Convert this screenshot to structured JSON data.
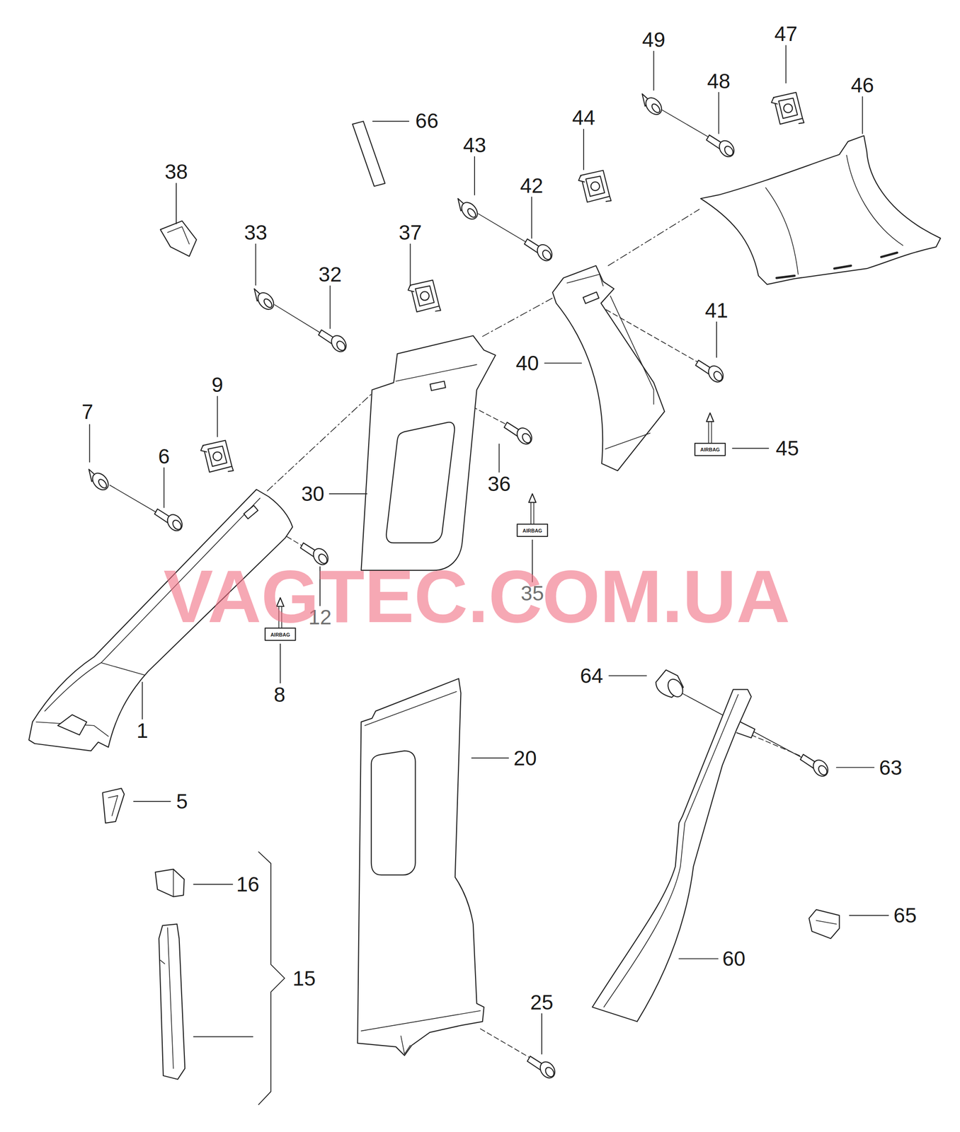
{
  "diagram": {
    "labels": [
      "47",
      "49",
      "48",
      "46",
      "44",
      "66",
      "43",
      "38",
      "42",
      "33",
      "37",
      "32",
      "41",
      "40",
      "9",
      "7",
      "45",
      "AIRBAG",
      "6",
      "36",
      "30",
      "AIRBAG",
      "VAGTEC.COM.UA",
      "35",
      "12",
      "AIRBAG",
      "64",
      "8",
      "1",
      "20",
      "63",
      "5",
      "16",
      "65",
      "60",
      "15",
      "25"
    ]
  }
}
